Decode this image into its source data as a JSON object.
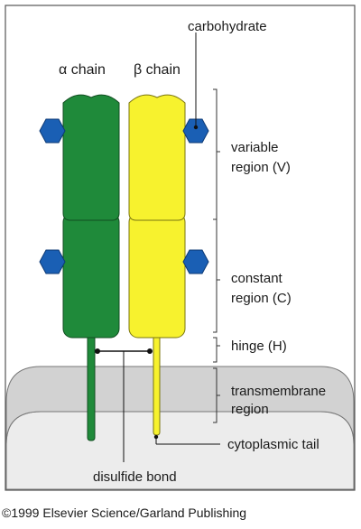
{
  "labels": {
    "alpha_chain": "α chain",
    "beta_chain": "β chain",
    "carbohydrate": "carbohydrate",
    "variable_line1": "variable",
    "variable_line2": "region (V)",
    "constant_line1": "constant",
    "constant_line2": "region (C)",
    "hinge": "hinge (H)",
    "transmembrane_line1": "transmembrane",
    "transmembrane_line2": "region",
    "cytoplasmic_tail": "cytoplasmic tail",
    "disulfide_bond": "disulfide bond"
  },
  "credit": "©1999 Elsevier Science/Garland Publishing",
  "colors": {
    "alpha_chain": "#1f8a3a",
    "beta_chain": "#f7f22e",
    "carbohydrate": "#1a5fb4",
    "membrane_top": "#b8b8b8",
    "membrane_body": "#d2d2d2",
    "cytoplasm": "#ececec"
  },
  "icons": [
    "carbohydrate-hexagon-icon"
  ]
}
